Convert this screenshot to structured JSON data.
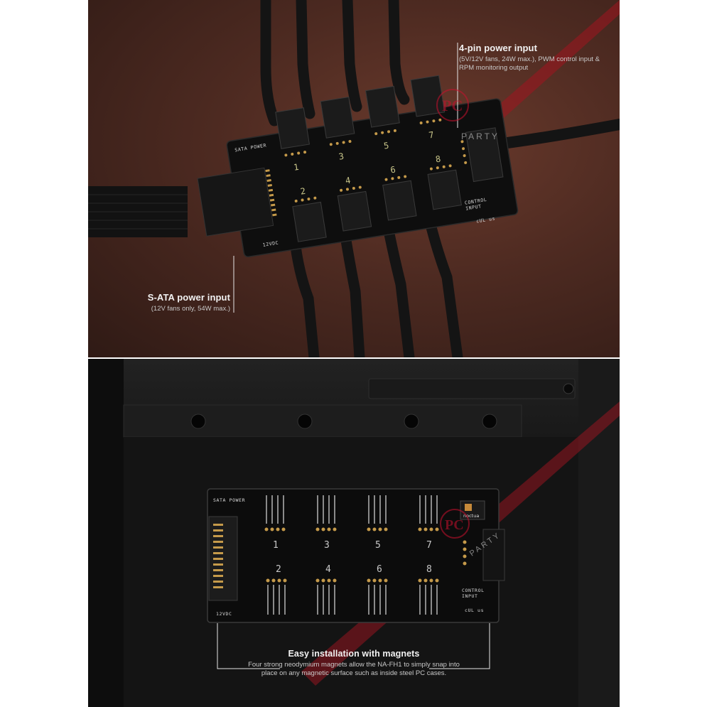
{
  "top_photo": {
    "board_labels": {
      "sata_power": "SATA POWER",
      "voltage": "12VDC",
      "control_input": "CONTROL\nINPUT",
      "cert_mark": "cUL us"
    },
    "port_numbers_top": [
      "1",
      "3",
      "5",
      "7"
    ],
    "port_numbers_bottom": [
      "2",
      "4",
      "6",
      "8"
    ],
    "callouts": {
      "four_pin": {
        "title": "4-pin power input",
        "description": "(5V/12V fans, 24W max.), PWM control input & RPM monitoring output"
      },
      "sata": {
        "title": "S-ATA power input",
        "description": "(12V fans only, 54W max.)"
      }
    }
  },
  "bottom_photo": {
    "board_labels": {
      "sata_power": "SATA POWER",
      "voltage": "12VDC",
      "control_input": "CONTROL\nINPUT",
      "brand": "noctua",
      "cert_mark": "cUL us"
    },
    "port_numbers_top": [
      "1",
      "3",
      "5",
      "7"
    ],
    "port_numbers_bottom": [
      "2",
      "4",
      "6",
      "8"
    ],
    "callouts": {
      "magnets": {
        "title": "Easy installation with magnets",
        "description": "Four strong neodymium magnets allow the NA-FH1 to simply snap into place on any magnetic surface such as inside steel PC cases."
      }
    }
  },
  "watermark": {
    "text": "PC PARTY",
    "color": "#c8102e"
  },
  "colors": {
    "top_background": "#4d2a21",
    "bottom_background": "#161616",
    "pcb": "#111111",
    "pin_gold": "#c59a4a",
    "port_number_top": "#c9c68a",
    "callout_line": "#e6e6e6"
  }
}
